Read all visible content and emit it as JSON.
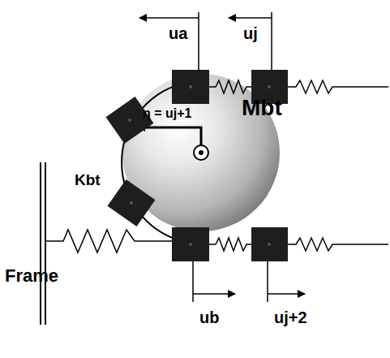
{
  "diagram": {
    "labels": [
      "ua",
      "uj",
      "η = uj+1",
      "Mbt",
      "Frame",
      "Kbt",
      "ub",
      "uj+2"
    ]
  }
}
